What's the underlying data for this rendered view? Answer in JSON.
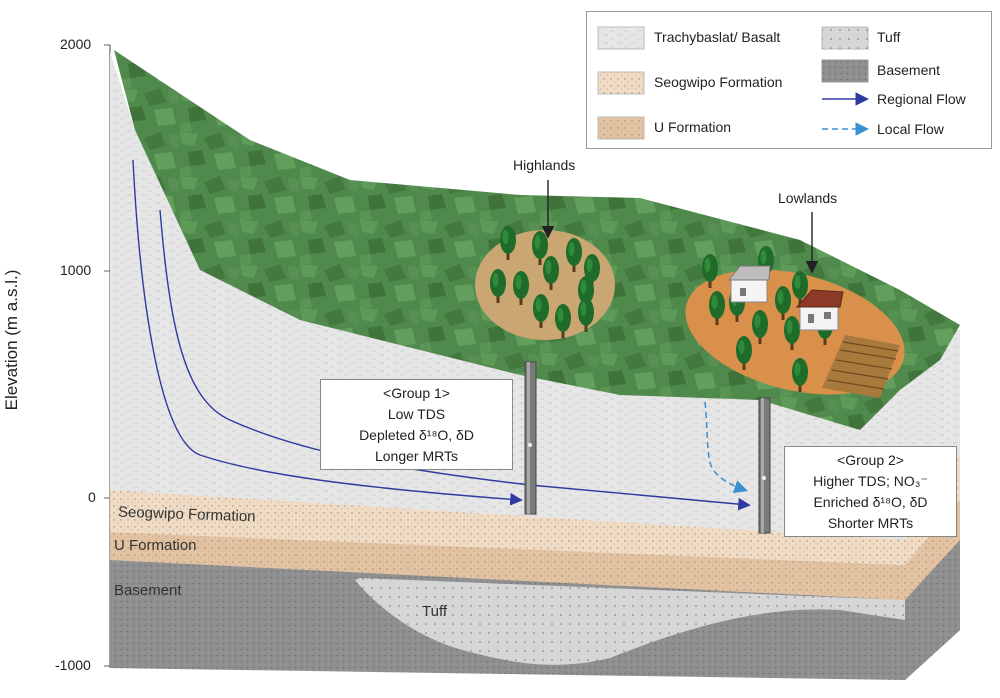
{
  "axis": {
    "ylabel": "Elevation (m a.s.l.)",
    "ticks": [
      "2000",
      "1000",
      "0",
      "-1000"
    ]
  },
  "legend": {
    "trachybasalt": "Trachybaslat/ Basalt",
    "seogwipo": "Seogwipo Formation",
    "u_formation": "U Formation",
    "tuff": "Tuff",
    "basement": "Basement",
    "regional_flow": "Regional Flow",
    "local_flow": "Local Flow"
  },
  "layers": {
    "seogwipo": "Seogwipo Formation",
    "u_formation": "U Formation",
    "basement": "Basement",
    "tuff": "Tuff"
  },
  "areas": {
    "highlands": "Highlands",
    "lowlands": "Lowlands"
  },
  "group1": {
    "title": "<Group 1>",
    "line1": "Low TDS",
    "line2": "Depleted δ¹⁸O, δD",
    "line3": "Longer MRTs"
  },
  "group2": {
    "title": "<Group 2>",
    "line1": "Higher TDS; NO₃⁻",
    "line2": "Enriched δ¹⁸O, δD",
    "line3": "Shorter MRTs"
  },
  "colors": {
    "green_surface": "#4f8a4c",
    "basalt": "#e3e3e3",
    "seogwipo": "#f0dcc4",
    "u_formation": "#e3c2a2",
    "basement": "#8f8f8f",
    "tuff": "#d6d6d6",
    "flow": "#2e3aa0",
    "local_flow": "#3a8fcf",
    "lowland_soil": "#d9904a",
    "highland_soil": "#c9a672"
  }
}
